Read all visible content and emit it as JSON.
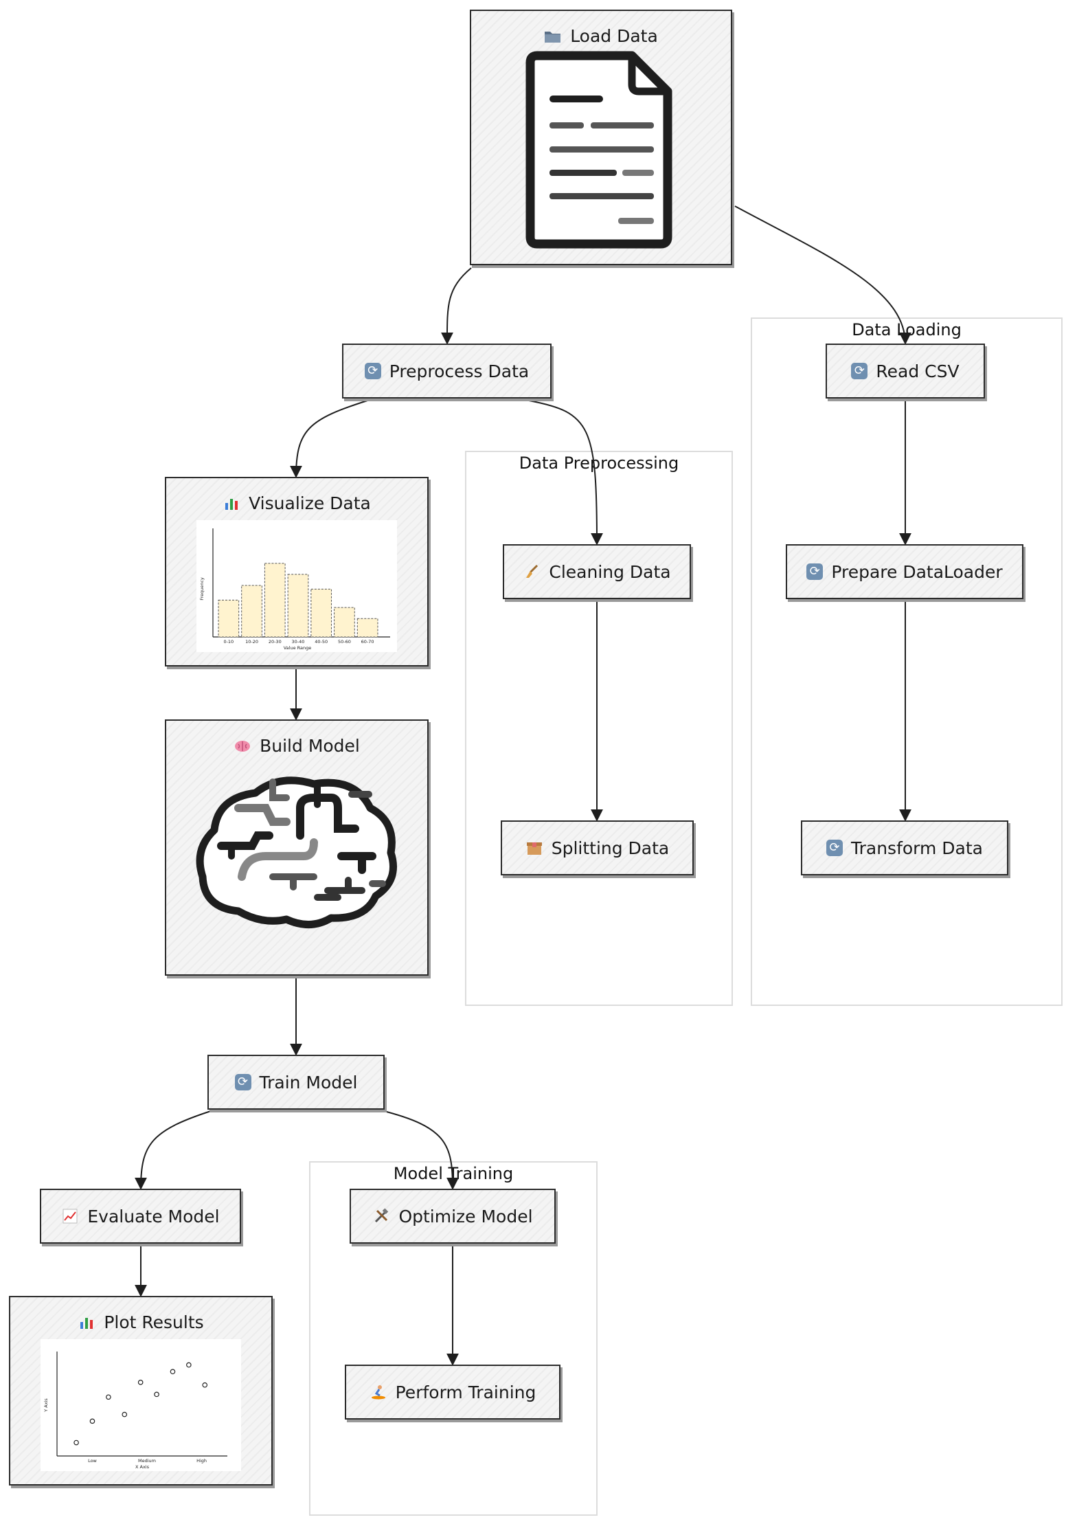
{
  "colors": {
    "edge": "#1e1e1e",
    "group_border": "#dcdcdc",
    "bar_fill": "#fff3cf",
    "node_bg": "#f4f4f4"
  },
  "groups": {
    "data_loading": {
      "title": "Data Loading"
    },
    "data_preprocessing": {
      "title": "Data Preprocessing"
    },
    "model_training": {
      "title": "Model Training"
    }
  },
  "nodes": {
    "load_data": {
      "label": "Load Data",
      "icon": "folder-icon"
    },
    "preprocess_data": {
      "label": "Preprocess Data",
      "icon": "refresh-icon"
    },
    "read_csv": {
      "label": "Read CSV",
      "icon": "refresh-icon"
    },
    "visualize_data": {
      "label": "Visualize Data",
      "icon": "bar-chart-icon"
    },
    "cleaning_data": {
      "label": "Cleaning Data",
      "icon": "broom-icon"
    },
    "prepare_dataloader": {
      "label": "Prepare DataLoader",
      "icon": "refresh-icon"
    },
    "build_model": {
      "label": "Build Model",
      "icon": "brain-icon"
    },
    "splitting_data": {
      "label": "Splitting Data",
      "icon": "box-icon"
    },
    "transform_data": {
      "label": "Transform Data",
      "icon": "refresh-icon"
    },
    "train_model": {
      "label": "Train Model",
      "icon": "refresh-icon"
    },
    "evaluate_model": {
      "label": "Evaluate Model",
      "icon": "line-chart-icon"
    },
    "optimize_model": {
      "label": "Optimize Model",
      "icon": "tools-icon"
    },
    "perform_training": {
      "label": "Perform Training",
      "icon": "surfer-icon"
    },
    "plot_results": {
      "label": "Plot Results",
      "icon": "bar-chart-icon"
    }
  },
  "histogram": {
    "ylabel": "Frequency",
    "xlabel": "Value Range",
    "categories": [
      "0-10",
      "10-20",
      "20-30",
      "30-40",
      "40-50",
      "50-60",
      "60-70"
    ],
    "values": [
      5,
      7,
      10,
      8.5,
      6.5,
      4,
      2.5
    ],
    "ymax": 14
  },
  "scatter": {
    "ylabel": "Y Axis",
    "xlabel": "X Axis",
    "x_ticks": [
      "Low",
      "Medium",
      "High"
    ],
    "points": [
      [
        0.6,
        1
      ],
      [
        1.1,
        2.6
      ],
      [
        1.6,
        4.4
      ],
      [
        2.1,
        3.1
      ],
      [
        2.6,
        5.5
      ],
      [
        3.1,
        4.6
      ],
      [
        3.6,
        6.3
      ],
      [
        4.1,
        6.8
      ],
      [
        4.6,
        5.3
      ]
    ],
    "xmax": 5.3,
    "ymax": 7.8
  },
  "edges": [
    [
      "load_data",
      "preprocess_data"
    ],
    [
      "load_data",
      "read_csv"
    ],
    [
      "preprocess_data",
      "visualize_data"
    ],
    [
      "preprocess_data",
      "cleaning_data"
    ],
    [
      "read_csv",
      "prepare_dataloader"
    ],
    [
      "prepare_dataloader",
      "transform_data"
    ],
    [
      "cleaning_data",
      "splitting_data"
    ],
    [
      "visualize_data",
      "build_model"
    ],
    [
      "build_model",
      "train_model"
    ],
    [
      "train_model",
      "evaluate_model"
    ],
    [
      "train_model",
      "optimize_model"
    ],
    [
      "evaluate_model",
      "plot_results"
    ],
    [
      "optimize_model",
      "perform_training"
    ]
  ]
}
